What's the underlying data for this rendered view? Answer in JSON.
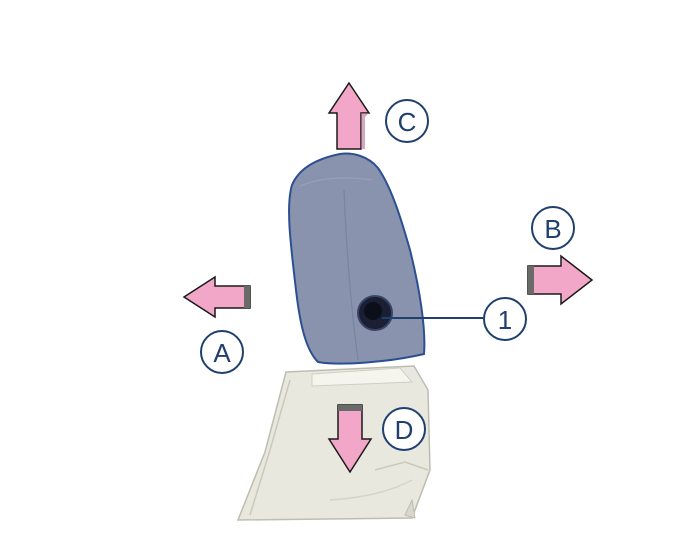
{
  "callouts": {
    "a": "A",
    "b": "B",
    "c": "C",
    "d": "D",
    "one": "1"
  },
  "colors": {
    "arrow_fill": "#f3a7c8",
    "arrow_stroke": "#1a1a1a",
    "headrest_fill": "#8a93ad",
    "headrest_outline": "#2c4f92",
    "seat_fill": "#e9e9e0",
    "callout_outline": "#1f3f6f"
  }
}
